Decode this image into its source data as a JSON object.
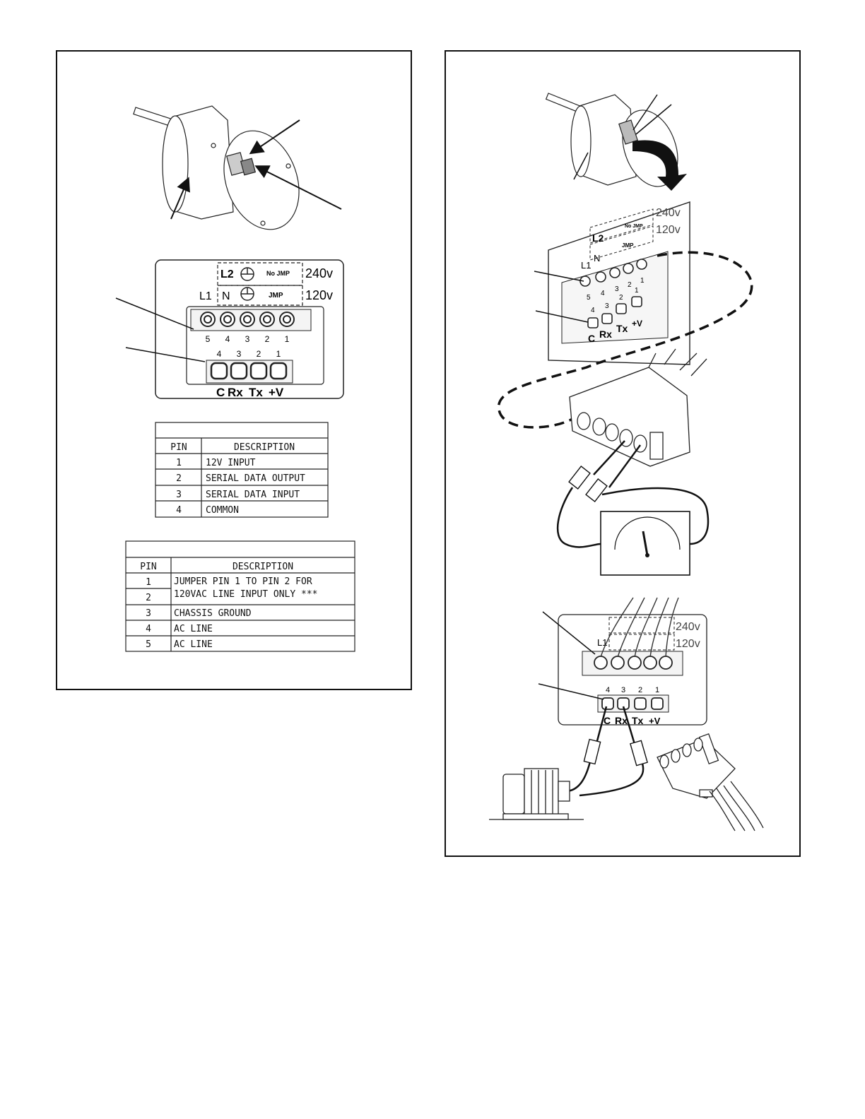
{
  "left_figure": {
    "connector_label": {
      "l2": "L2",
      "l1": "L1",
      "n": "N",
      "no_jmp": "No JMP",
      "jmp": "JMP",
      "v240": "240v",
      "v120": "120v",
      "power_pins": [
        "5",
        "4",
        "3",
        "2",
        "1"
      ],
      "control_pins": [
        "4",
        "3",
        "2",
        "1"
      ],
      "control_names": [
        "C",
        "Rx",
        "Tx",
        "+V"
      ]
    },
    "control_table": {
      "headers": [
        "PIN",
        "DESCRIPTION"
      ],
      "rows": [
        {
          "pin": "1",
          "desc": "12V INPUT"
        },
        {
          "pin": "2",
          "desc": "SERIAL DATA OUTPUT"
        },
        {
          "pin": "3",
          "desc": "SERIAL DATA INPUT"
        },
        {
          "pin": "4",
          "desc": "COMMON"
        }
      ]
    },
    "power_table": {
      "headers": [
        "PIN",
        "DESCRIPTION"
      ],
      "jumper_pins": [
        "1",
        "2"
      ],
      "jumper_desc_line1": "JUMPER PIN 1 TO PIN 2 FOR",
      "jumper_desc_line2": "120VAC LINE INPUT ONLY ***",
      "rows": [
        {
          "pin": "3",
          "desc": "CHASSIS GROUND"
        },
        {
          "pin": "4",
          "desc": "AC LINE"
        },
        {
          "pin": "5",
          "desc": "AC LINE"
        }
      ]
    }
  },
  "right_figure": {
    "top_plate": {
      "l2": "L2",
      "l1": "L1",
      "n": "N",
      "no_jmp": "No JMP",
      "jmp": "JMP",
      "v240": "240v",
      "v120": "120v",
      "power_pins": [
        "5",
        "4",
        "3",
        "2",
        "1"
      ],
      "control_pins": [
        "4",
        "3",
        "2",
        "1"
      ],
      "control_names": [
        "C",
        "Rx",
        "Tx",
        "+V"
      ]
    },
    "bottom_plate": {
      "l1": "L1",
      "v240": "240v",
      "v120": "120v",
      "control_pins": [
        "4",
        "3",
        "2",
        "1"
      ],
      "control_names": [
        "C",
        "Rx",
        "Tx",
        "+V"
      ]
    }
  }
}
